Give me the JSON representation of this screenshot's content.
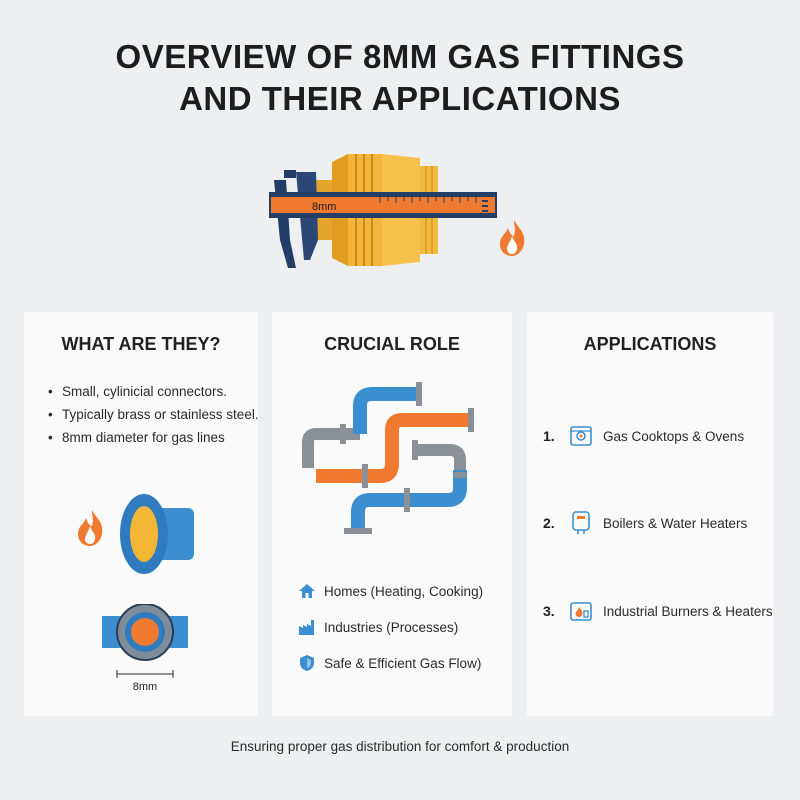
{
  "title": {
    "line1": "OVERVIEW OF 8MM GAS FITTINGS",
    "line2": "AND THEIR APPLICATIONS"
  },
  "hero": {
    "caliper_label": "8mm",
    "icons": [
      "brass-fitting-icon",
      "caliper-icon",
      "flame-icon"
    ]
  },
  "cards": {
    "what": {
      "heading": "WHAT ARE THEY?",
      "bullets": [
        "Small, cylinicial connectors.",
        "Typically brass or stainless steel.",
        "8mm diameter for gas lines"
      ],
      "diagram_label": "8mm"
    },
    "role": {
      "heading": "CRUCIAL ROLE",
      "items": [
        {
          "icon": "house-icon",
          "label": "Homes (Heating, Cooking)"
        },
        {
          "icon": "factory-icon",
          "label": "Industries (Processes)"
        },
        {
          "icon": "shield-icon",
          "label": "Safe & Efficient Gas Flow)"
        }
      ]
    },
    "apps": {
      "heading": "APPLICATIONS",
      "items": [
        {
          "num": "1.",
          "icon": "cooktop-icon",
          "label": "Gas Cooktops & Ovens"
        },
        {
          "num": "2.",
          "icon": "boiler-icon",
          "label": "Boilers & Water Heaters"
        },
        {
          "num": "3.",
          "icon": "burner-icon",
          "label": "Industrial Burners & Heaters"
        }
      ]
    }
  },
  "footer": "Ensuring proper gas distribution for comfort & production",
  "colors": {
    "blue": "#3b8fd0",
    "orange": "#f07a30",
    "gold": "#f3b635",
    "navy": "#233d66",
    "gray": "#8b9096"
  }
}
